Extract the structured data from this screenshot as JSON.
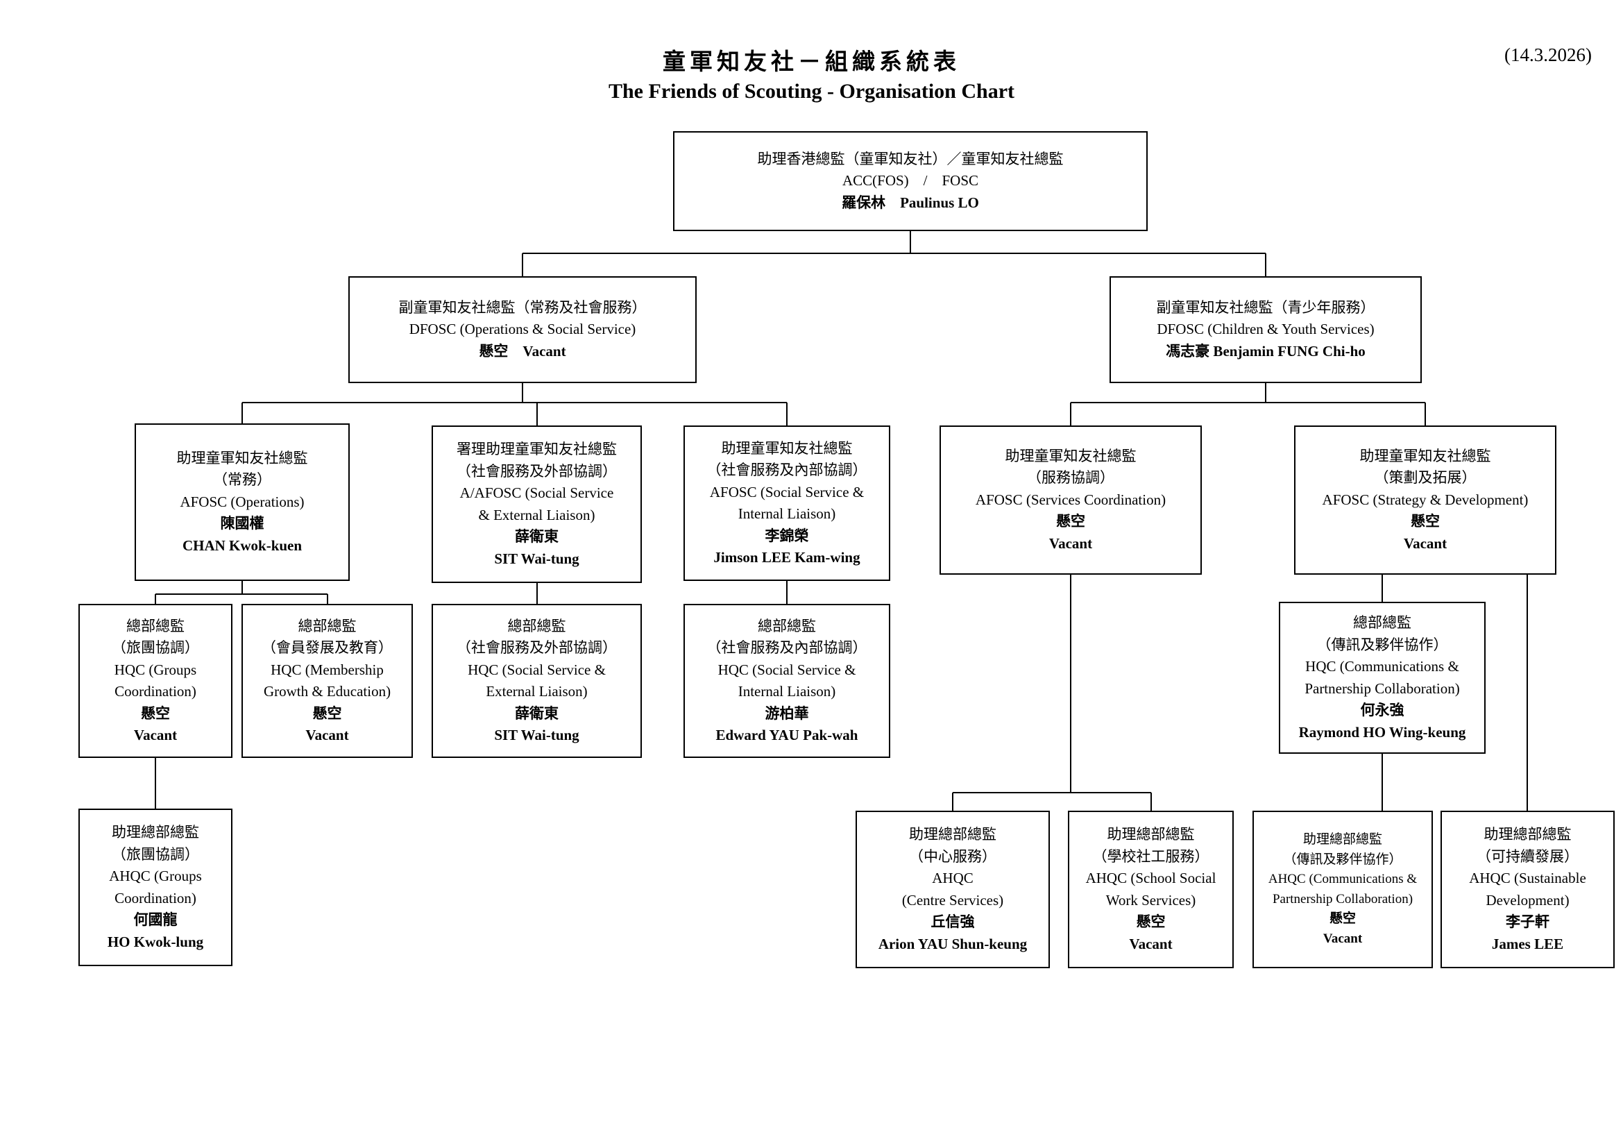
{
  "header": {
    "title_zh": "童軍知友社－組織系統表",
    "title_en": "The Friends of Scouting - Organisation Chart",
    "date": "(14.3.2026)"
  },
  "colors": {
    "background": "#ffffff",
    "border": "#000000",
    "line": "#000000",
    "text": "#000000"
  },
  "nodes": {
    "top": {
      "zh": "助理香港總監（童軍知友社）／童軍知友社總監",
      "en": "ACC(FOS)　/　FOSC",
      "name": "羅保林　Paulinus LO"
    },
    "dfosc_ops": {
      "zh": "副童軍知友社總監（常務及社會服務）",
      "en": "DFOSC (Operations & Social Service)",
      "name": "懸空　Vacant"
    },
    "dfosc_cys": {
      "zh": "副童軍知友社總監（青少年服務）",
      "en": "DFOSC (Children & Youth Services)",
      "name": "馮志豪 Benjamin FUNG Chi-ho"
    },
    "afosc_ops": {
      "zh": "助理童軍知友社總監\n（常務）",
      "en": "AFOSC (Operations)",
      "name": "陳國權\nCHAN Kwok-kuen"
    },
    "a_afosc_ssel": {
      "zh": "署理助理童軍知友社總監\n（社會服務及外部協調）",
      "en": "A/AFOSC (Social Service\n& External Liaison)",
      "name": "薛衛東\nSIT Wai-tung"
    },
    "afosc_ssil": {
      "zh": "助理童軍知友社總監\n（社會服務及內部協調）",
      "en": "AFOSC (Social Service &\nInternal Liaison)",
      "name": "李錦榮\nJimson LEE Kam-wing"
    },
    "afosc_sc": {
      "zh": "助理童軍知友社總監\n（服務協調）",
      "en": "AFOSC (Services Coordination)",
      "name": "懸空\nVacant"
    },
    "afosc_sd": {
      "zh": "助理童軍知友社總監\n（策劃及拓展）",
      "en": "AFOSC (Strategy & Development)",
      "name": "懸空\nVacant"
    },
    "hqc_gc": {
      "zh": "總部總監\n（旅團協調）",
      "en": "HQC (Groups\nCoordination)",
      "name": "懸空\nVacant"
    },
    "hqc_mge": {
      "zh": "總部總監\n（會員發展及教育）",
      "en": "HQC (Membership\nGrowth & Education)",
      "name": "懸空\nVacant"
    },
    "hqc_ssel": {
      "zh": "總部總監\n（社會服務及外部協調）",
      "en": "HQC (Social Service &\nExternal Liaison)",
      "name": "薛衛東\nSIT Wai-tung"
    },
    "hqc_ssil": {
      "zh": "總部總監\n（社會服務及內部協調）",
      "en": "HQC (Social Service &\nInternal Liaison)",
      "name": "游柏華\nEdward YAU Pak-wah"
    },
    "hqc_cpc": {
      "zh": "總部總監\n（傳訊及夥伴協作）",
      "en": "HQC (Communications &\nPartnership Collaboration)",
      "name": "何永強\nRaymond HO Wing-keung"
    },
    "ahqc_gc": {
      "zh": "助理總部總監\n（旅團協調）",
      "en": "AHQC (Groups\nCoordination)",
      "name": "何國龍\nHO Kwok-lung"
    },
    "ahqc_cs": {
      "zh": "助理總部總監\n（中心服務）",
      "en": "AHQC\n(Centre Services)",
      "name": "丘信強\nArion YAU Shun-keung"
    },
    "ahqc_ssws": {
      "zh": "助理總部總監\n（學校社工服務）",
      "en": "AHQC (School Social\nWork Services)",
      "name": "懸空\nVacant"
    },
    "ahqc_cpc": {
      "zh": "助理總部總監\n（傳訊及夥伴協作）",
      "en": "AHQC (Communications &\nPartnership Collaboration)",
      "name": "懸空\nVacant"
    },
    "ahqc_sd": {
      "zh": "助理總部總監\n（可持續發展）",
      "en": "AHQC (Sustainable\nDevelopment)",
      "name": "李子軒\nJames LEE"
    }
  },
  "edges": [
    {
      "from": "top",
      "to": "dfosc_ops"
    },
    {
      "from": "top",
      "to": "dfosc_cys"
    },
    {
      "from": "dfosc_ops",
      "to": "afosc_ops"
    },
    {
      "from": "dfosc_ops",
      "to": "a_afosc_ssel"
    },
    {
      "from": "dfosc_ops",
      "to": "afosc_ssil"
    },
    {
      "from": "dfosc_cys",
      "to": "afosc_sc"
    },
    {
      "from": "dfosc_cys",
      "to": "afosc_sd"
    },
    {
      "from": "afosc_ops",
      "to": "hqc_gc"
    },
    {
      "from": "afosc_ops",
      "to": "hqc_mge"
    },
    {
      "from": "a_afosc_ssel",
      "to": "hqc_ssel"
    },
    {
      "from": "afosc_ssil",
      "to": "hqc_ssil"
    },
    {
      "from": "afosc_sc",
      "to": "ahqc_cs"
    },
    {
      "from": "afosc_sc",
      "to": "ahqc_ssws"
    },
    {
      "from": "afosc_sd",
      "to": "hqc_cpc"
    },
    {
      "from": "afosc_sd",
      "to": "ahqc_sd"
    },
    {
      "from": "hqc_gc",
      "to": "ahqc_gc"
    },
    {
      "from": "hqc_cpc",
      "to": "ahqc_cpc"
    }
  ]
}
